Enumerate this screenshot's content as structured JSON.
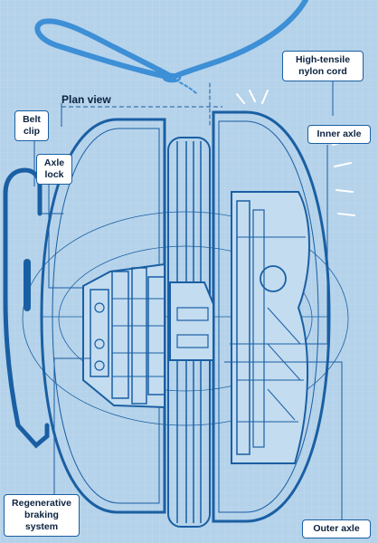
{
  "title": "Plan view",
  "labels": {
    "nylon_cord": "High-tensile\nnylon cord",
    "inner_axle": "Inner axle",
    "belt_clip": "Belt\nclip",
    "axle_lock": "Axle\nlock",
    "braking": "Regenerative\nbraking\nsystem",
    "outer_axle": "Outer axle"
  },
  "icons": {
    "cord": "nylon-cord-loop",
    "clip": "belt-clip",
    "yoyo": "yo-yo-body"
  },
  "colors": {
    "background": "#b4d2ea",
    "grid": "#c7def0",
    "outline": "#1a5fa3",
    "cord": "#3d8fd6",
    "label_bg": "#ffffff",
    "text": "#0b2240"
  }
}
